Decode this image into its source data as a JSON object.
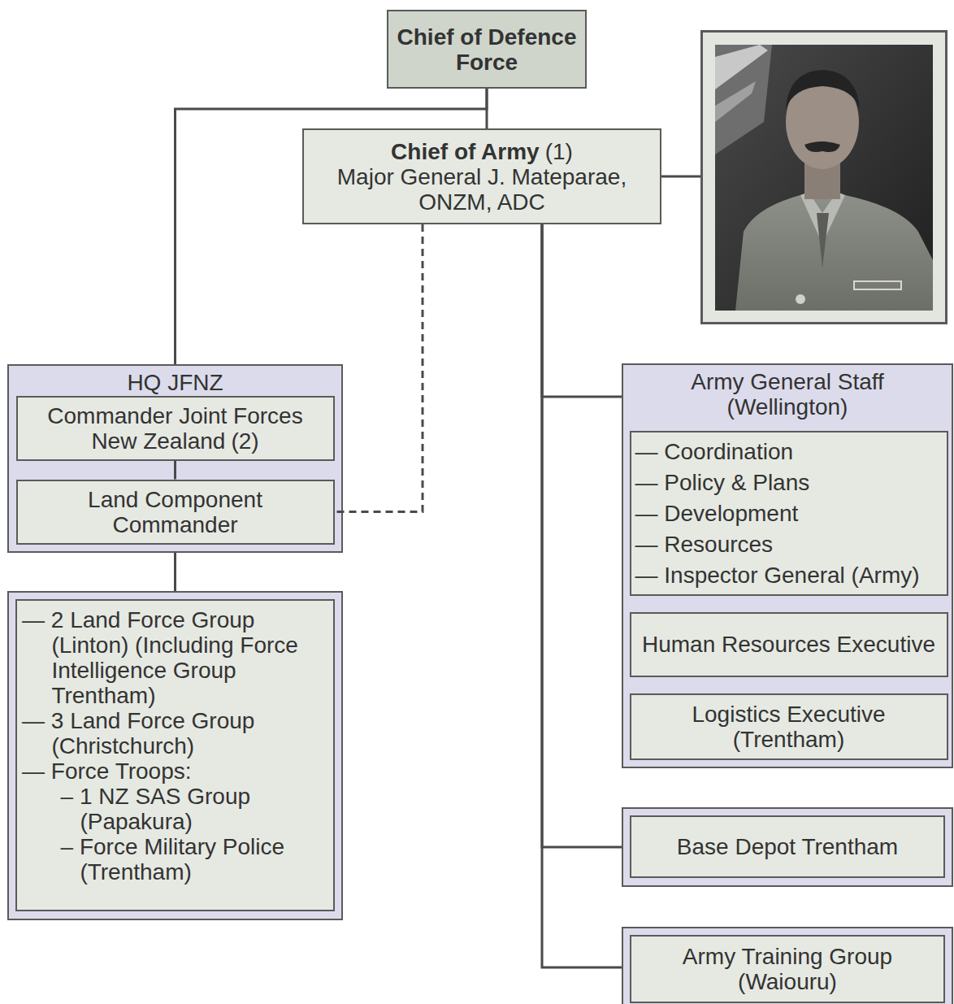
{
  "diagram": {
    "nodes": [
      {
        "text": [
          "Chief of Defence Force"
        ]
      },
      {
        "text": [
          "Chief of Army",
          "Major General J. Mateparae, ONZM, ADC"
        ]
      },
      {
        "text": [
          "HQ JFNZ"
        ]
      },
      {
        "text": [
          "Commander Joint Forces New Zealand"
        ],
        "in": 2
      },
      {
        "text": [
          "Land Component Commander"
        ],
        "in": 2
      },
      {
        "text": [
          "— 2 Land Force Group (Linton) (Including Force Intelligence Group Trentham)",
          "— 3 Land Force Group (Christchurch)",
          "— Force Troops:",
          "– 1 NZ SAS Group (Papakura)",
          "– Force Military Police (Trentham)"
        ]
      },
      {
        "text": [
          "Army General Staff (Wellington)"
        ]
      },
      {
        "text": [
          "— Coordination",
          "— Policy & Plans",
          "— Development",
          "— Resources",
          "— Inspector General (Army)"
        ],
        "in": 6
      },
      {
        "text": [
          "Human Resources Executive"
        ],
        "in": 6
      },
      {
        "text": [
          "Logistics Executive (Trentham)"
        ],
        "in": 6
      },
      {
        "text": [
          "Base Depot Trentham"
        ]
      },
      {
        "text": [
          "Army Training Group (Waiouru)"
        ]
      }
    ],
    "edges": [
      {
        "from": 0,
        "to": 1,
        "arrow": "none"
      },
      {
        "from": 0,
        "to": 2,
        "arrow": "none"
      },
      {
        "from": 1,
        "to": 4,
        "arrow": "none"
      },
      {
        "from": 3,
        "to": 4,
        "arrow": "none"
      },
      {
        "from": 2,
        "to": 5,
        "arrow": "none"
      },
      {
        "from": 1,
        "to": 6,
        "arrow": "none"
      },
      {
        "from": 1,
        "to": 10,
        "arrow": "none"
      },
      {
        "from": 1,
        "to": 11,
        "arrow": "none"
      }
    ],
    "labels": [
      "(1)",
      "(2)"
    ]
  }
}
